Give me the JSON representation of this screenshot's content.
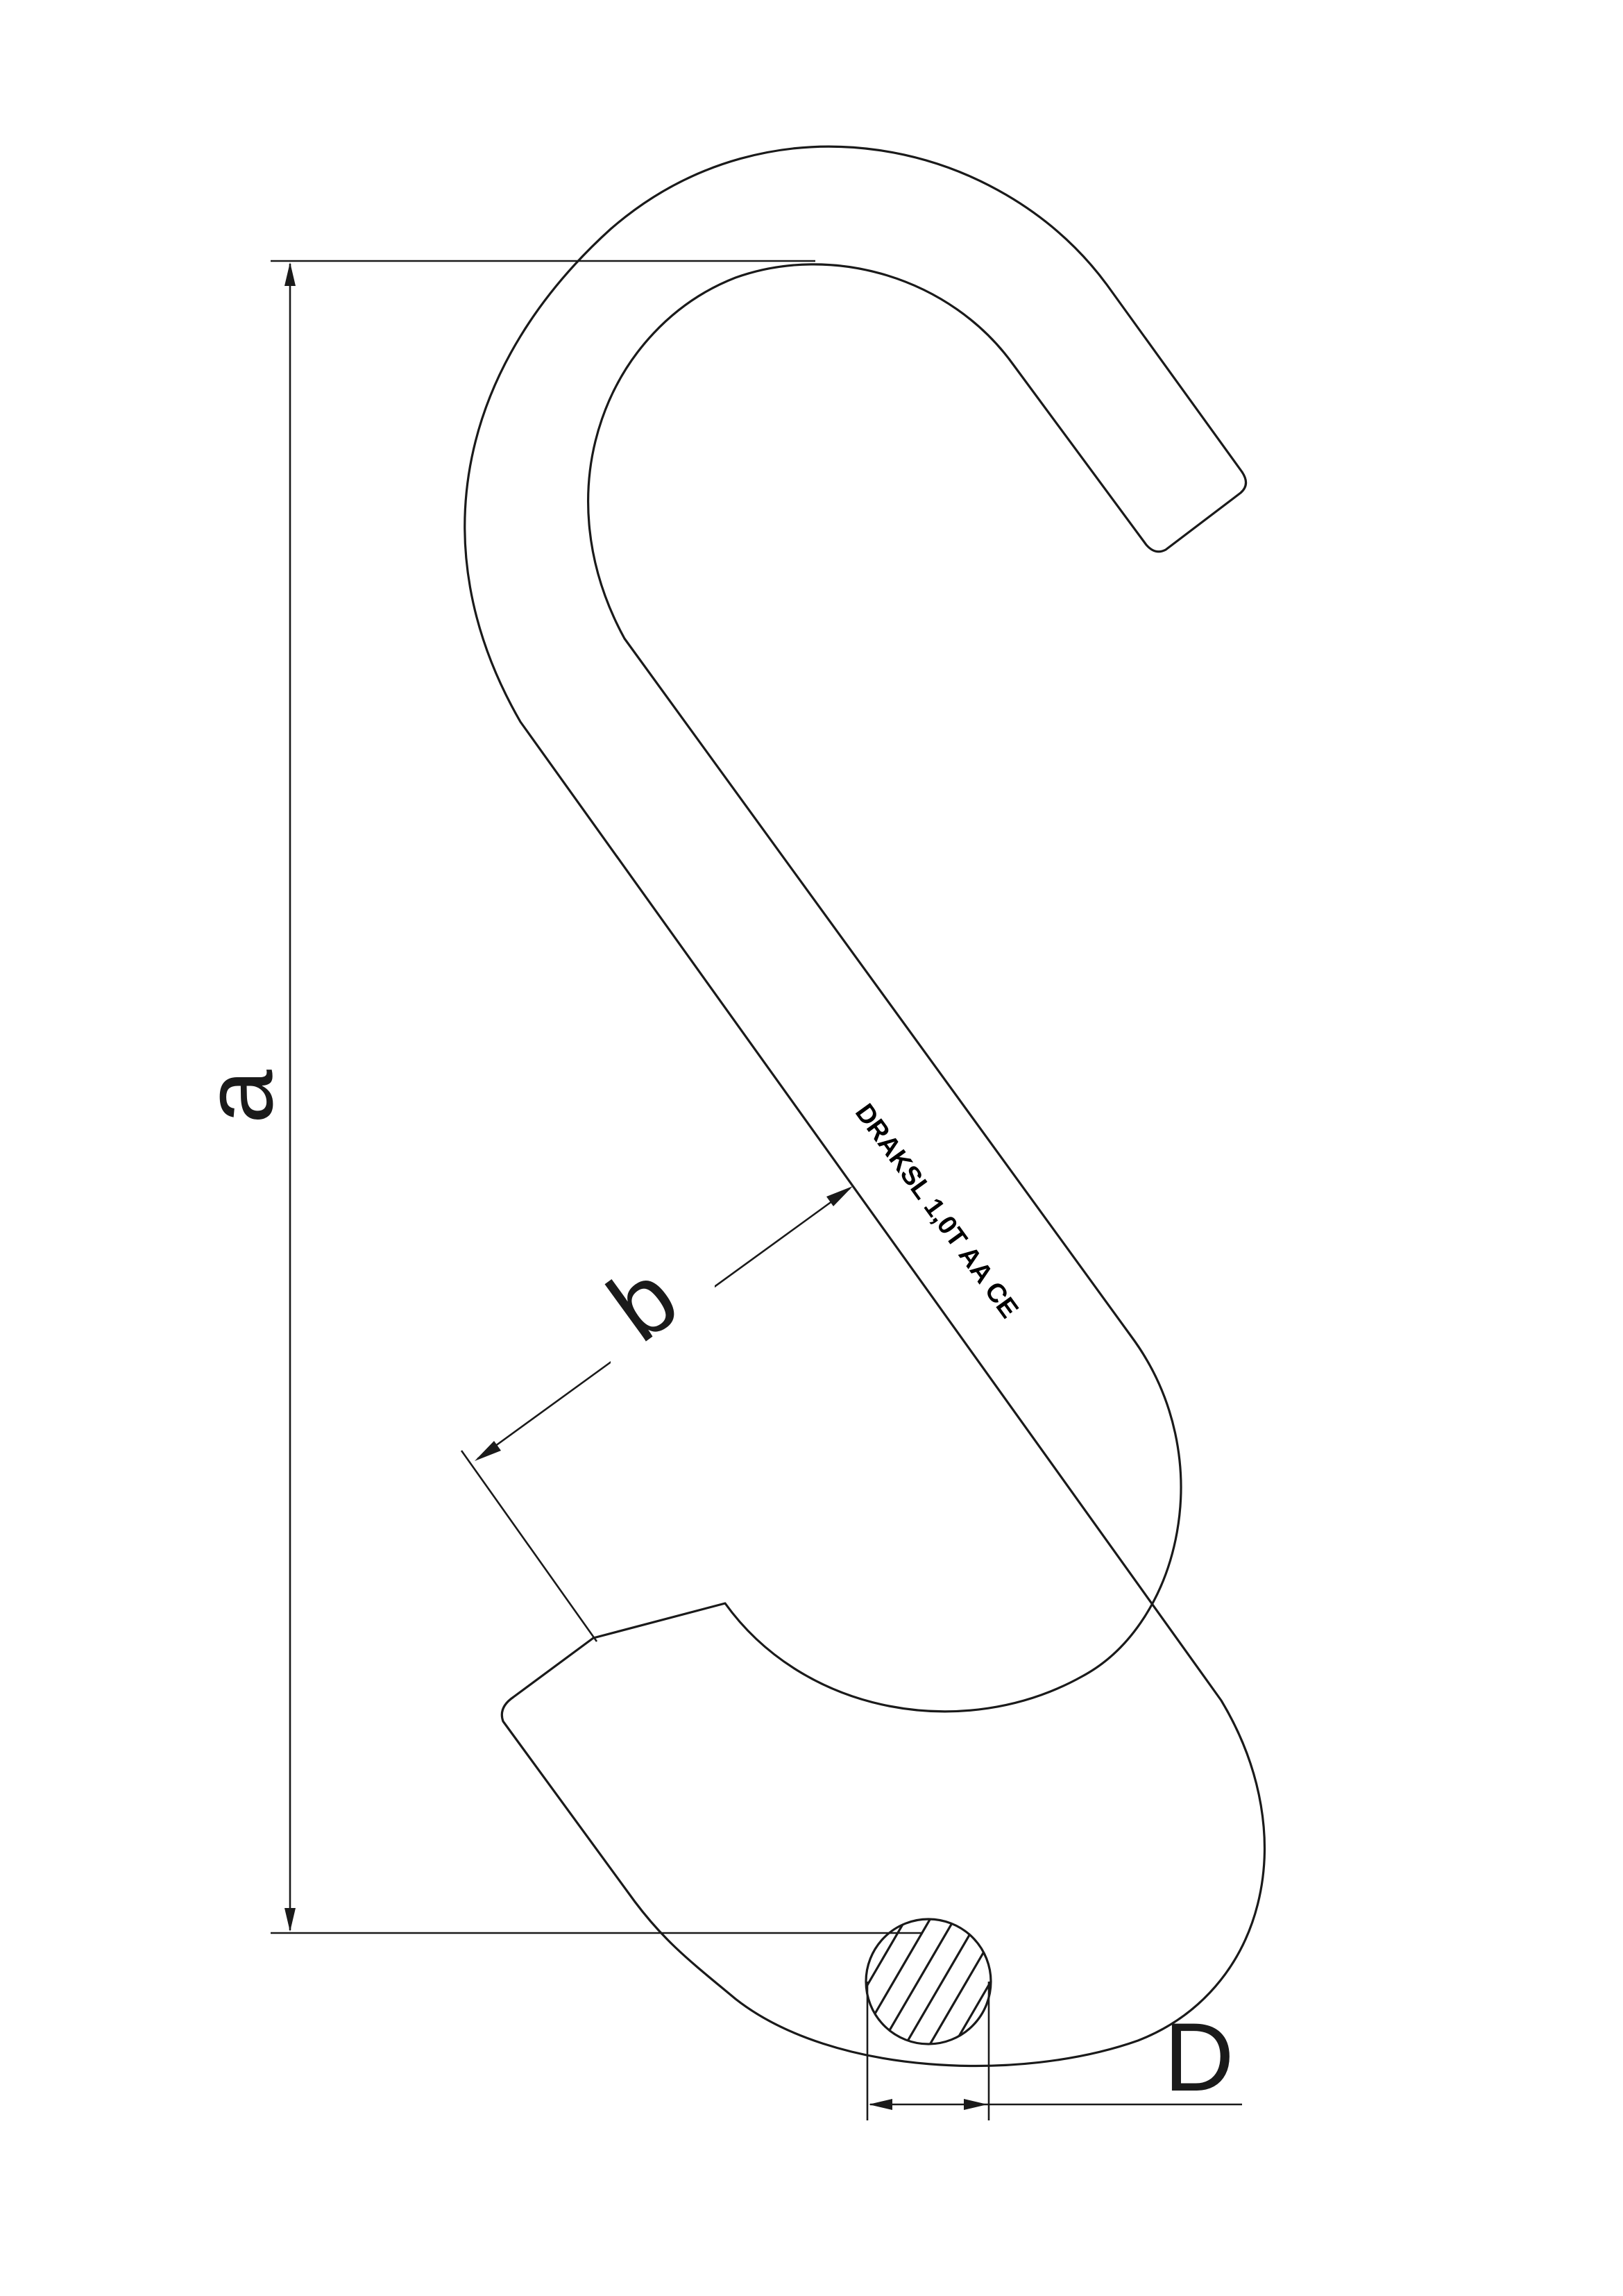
{
  "diagram": {
    "subject": "S-hook technical drawing",
    "colors": {
      "line": "#1a1a1a",
      "background": "#ffffff"
    }
  },
  "dimensions": {
    "a": "a",
    "b": "b",
    "d": "D"
  },
  "marking": {
    "text": "DRAKSL 1,0T AA CE"
  }
}
